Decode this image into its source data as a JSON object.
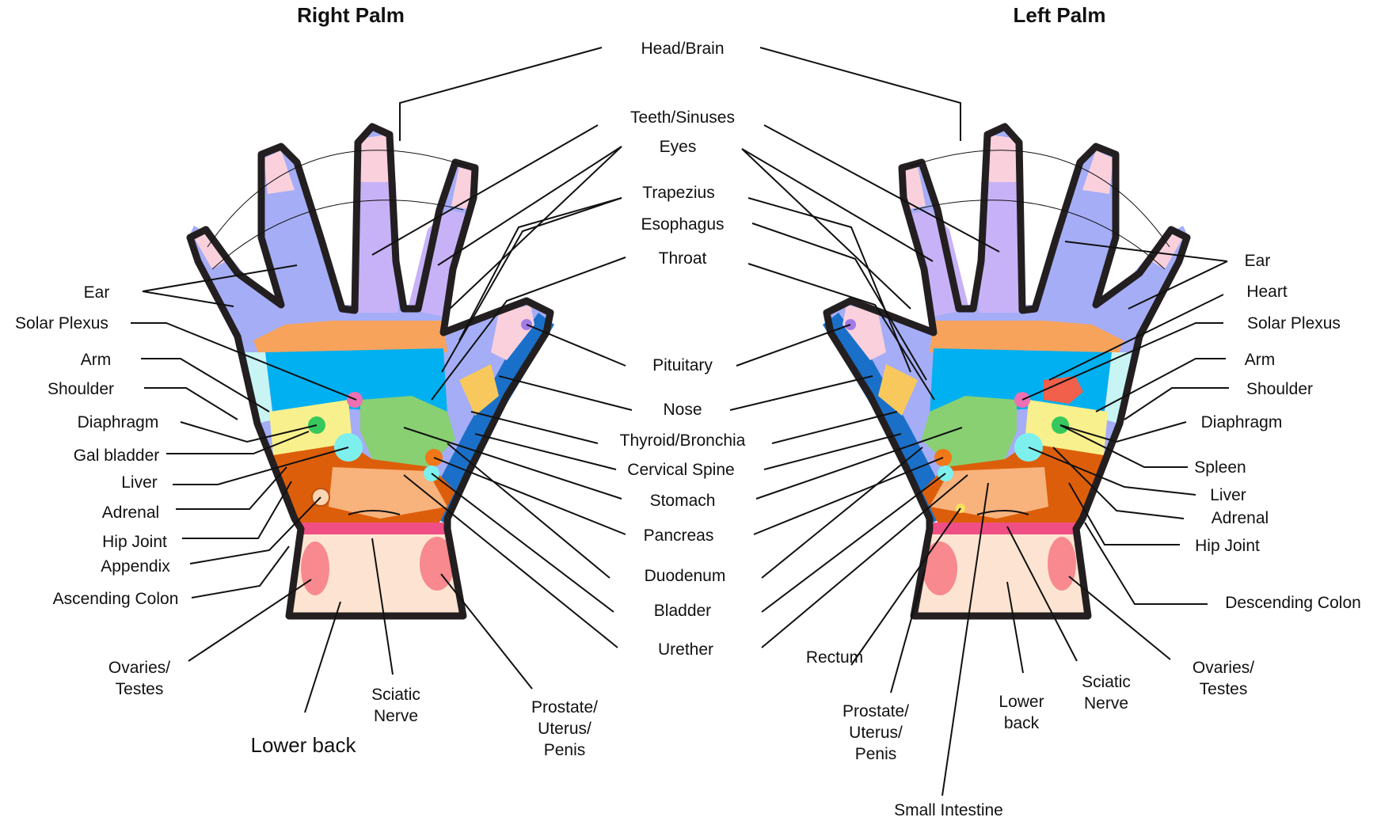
{
  "titles": {
    "right": "Right Palm",
    "left": "Left Palm"
  },
  "center_labels": {
    "head_brain": "Head/Brain",
    "teeth_sinuses": "Teeth/Sinuses",
    "eyes": "Eyes",
    "trapezius": "Trapezius",
    "esophagus": "Esophagus",
    "throat": "Throat",
    "pituitary": "Pituitary",
    "nose": "Nose",
    "thyroid": "Thyroid/Bronchia",
    "cervical": "Cervical Spine",
    "stomach": "Stomach",
    "pancreas": "Pancreas",
    "duodenum": "Duodenum",
    "bladder": "Bladder",
    "urether": "Urether"
  },
  "right_palm_labels": {
    "ear": "Ear",
    "solar_plexus": "Solar Plexus",
    "arm": "Arm",
    "shoulder": "Shoulder",
    "diaphragm": "Diaphragm",
    "gal_bladder": "Gal bladder",
    "liver": "Liver",
    "adrenal": "Adrenal",
    "hip_joint": "Hip Joint",
    "appendix": "Appendix",
    "ascending_colon": "Ascending Colon",
    "ovaries_1": "Ovaries/",
    "ovaries_2": "Testes",
    "lower_back": "Lower back",
    "sciatic_1": "Sciatic",
    "sciatic_2": "Nerve",
    "prostate_1": "Prostate/",
    "prostate_2": "Uterus/",
    "prostate_3": "Penis"
  },
  "left_palm_labels": {
    "ear": "Ear",
    "heart": "Heart",
    "solar_plexus": "Solar Plexus",
    "arm": "Arm",
    "shoulder": "Shoulder",
    "diaphragm": "Diaphragm",
    "spleen": "Spleen",
    "liver": "Liver",
    "adrenal": "Adrenal",
    "hip_joint": "Hip Joint",
    "descending_colon": "Descending Colon",
    "ovaries_1": "Ovaries/",
    "ovaries_2": "Testes",
    "rectum": "Rectum",
    "prostate_1": "Prostate/",
    "prostate_2": "Uterus/",
    "prostate_3": "Penis",
    "lower_back_1": "Lower",
    "lower_back_2": "back",
    "sciatic_1": "Sciatic",
    "sciatic_2": "Nerve",
    "small_intestine": "Small Intestine"
  },
  "colors": {
    "outline": "#231f20",
    "finger_purple": "#c7b2f7",
    "finger_blue": "#a5adf6",
    "fingertip_pink": "#f9d0dc",
    "band_red": "#f08080",
    "palm_top_orange": "#f7a35c",
    "palm_cyan": "#00b0f0",
    "thumb_blue": "#1a70c8",
    "green": "#88d072",
    "yellow": "#f8f08c",
    "orange_dark": "#dd5e0a",
    "peach": "#f8b27c",
    "aqua": "#7df0ee",
    "wrist_pink": "#f04f86",
    "wrist_peach": "#fde4d2",
    "wrist_spot": "#f7898f"
  }
}
